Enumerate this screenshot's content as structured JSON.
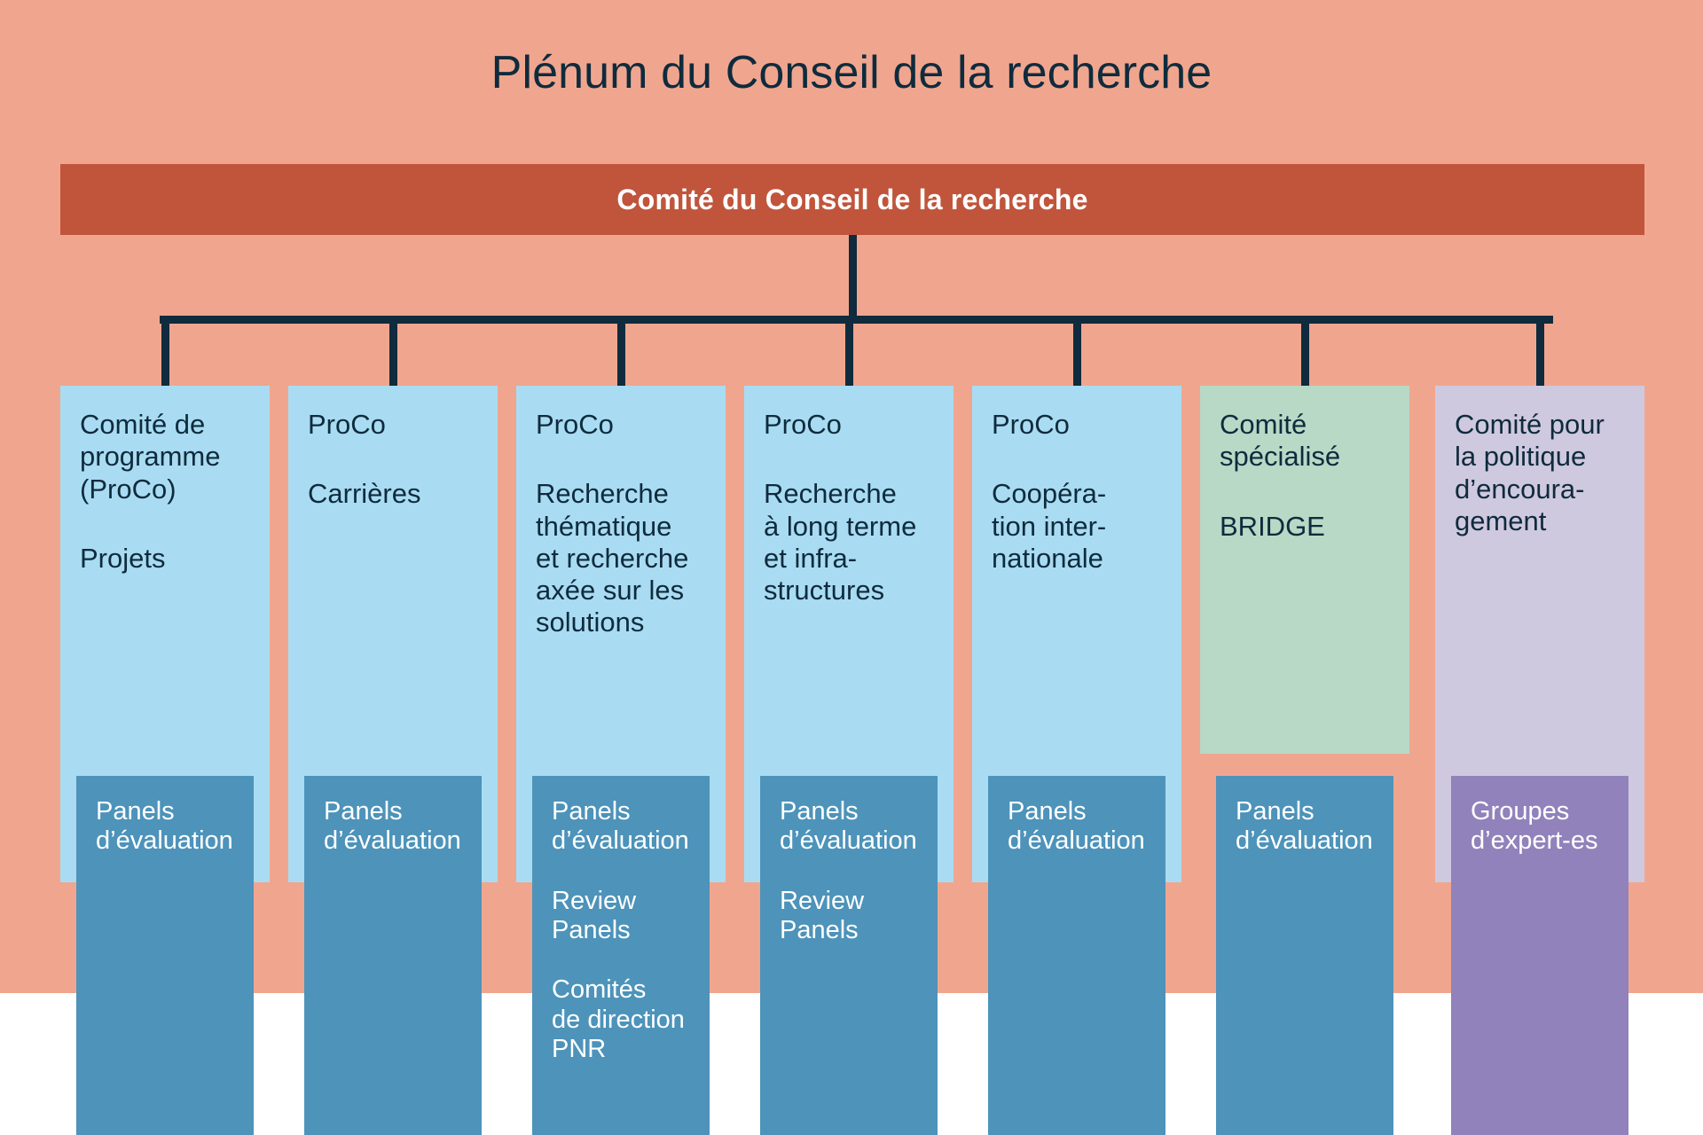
{
  "page": {
    "title": "Plénum du Conseil de la recherche",
    "background_color": "#f0a68e",
    "text_color": "#0f2b3d"
  },
  "header": {
    "label": "Comité du Conseil de la recherche",
    "color": "#c0553c",
    "text_color": "#ffffff"
  },
  "connector": {
    "color": "#0f2b3d"
  },
  "columns": [
    {
      "heading": "Comité de\nprogramme\n(ProCo)",
      "subtitle": "Projets",
      "card_color": "#a9dcf2",
      "panel_color": "#4d93ba",
      "panels": [
        "Panels\nd’évaluation"
      ]
    },
    {
      "heading": "ProCo",
      "subtitle": "Carrières",
      "card_color": "#a9dcf2",
      "panel_color": "#4d93ba",
      "panels": [
        "Panels\nd’évaluation"
      ]
    },
    {
      "heading": "ProCo",
      "subtitle": "Recherche\nthématique\net recherche\naxée sur les\nsolutions",
      "card_color": "#a9dcf2",
      "panel_color": "#4d93ba",
      "panels": [
        "Panels\nd’évaluation",
        "Review\nPanels",
        "Comités\nde direction\nPNR"
      ]
    },
    {
      "heading": "ProCo",
      "subtitle": "Recherche\nà long terme\net infra-\nstructures",
      "card_color": "#a9dcf2",
      "panel_color": "#4d93ba",
      "panels": [
        "Panels\nd’évaluation",
        "Review\nPanels"
      ]
    },
    {
      "heading": "ProCo",
      "subtitle": "Coopéra-\ntion inter-\nnationale",
      "card_color": "#a9dcf2",
      "panel_color": "#4d93ba",
      "panels": [
        "Panels\nd’évaluation"
      ]
    },
    {
      "heading": "Comité\nspécialisé",
      "subtitle": "BRIDGE",
      "card_color": "#b8d9c6",
      "panel_color": "#4d93ba",
      "panels": [
        "Panels\nd’évaluation"
      ]
    },
    {
      "heading": "Comité pour\nla politique\nd’encoura-\ngement",
      "subtitle": "",
      "card_color": "#cfc9e0",
      "panel_color": "#9182bb",
      "panels": [
        "Groupes\nd’expert-es"
      ]
    }
  ]
}
